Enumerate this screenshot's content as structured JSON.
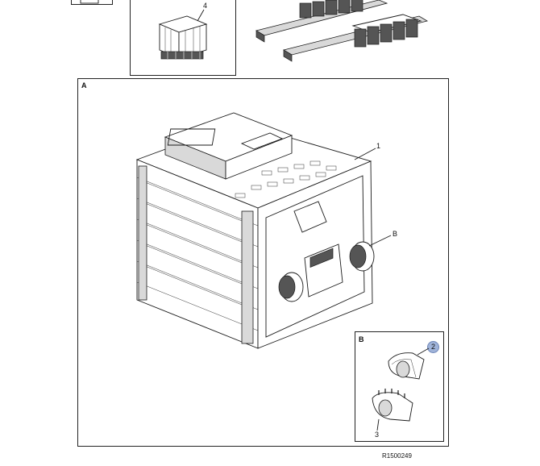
{
  "figure_id": "R1500249",
  "views": {
    "main": {
      "label": "A"
    },
    "detail": {
      "label": "B"
    }
  },
  "callouts": {
    "top_module": "4",
    "battery_pack": "1",
    "detail_ref": "B",
    "cap_part": "2",
    "seal_part": "3"
  },
  "colors": {
    "highlight": "#9fb3d9"
  }
}
